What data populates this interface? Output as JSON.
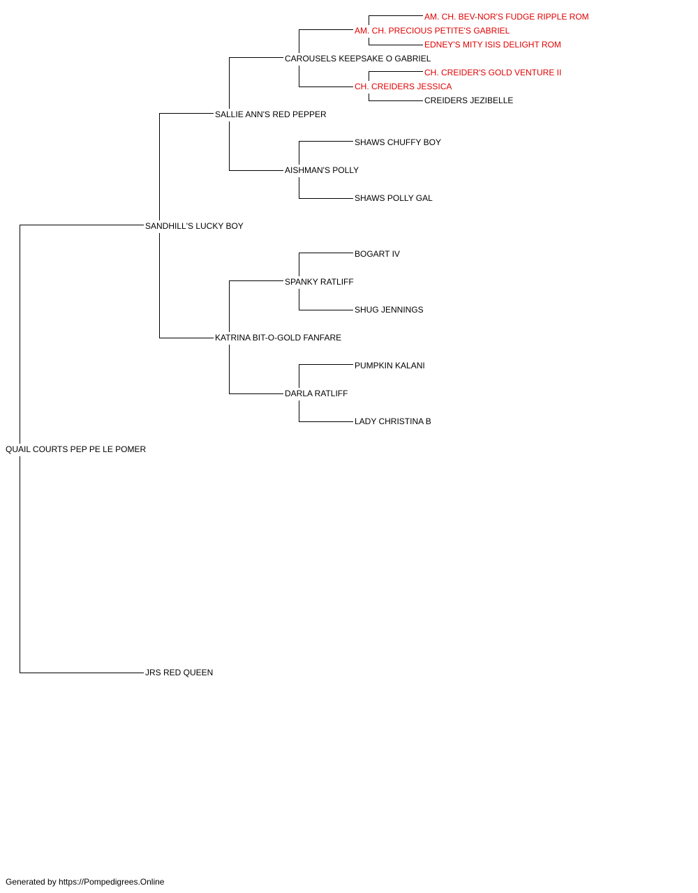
{
  "pedigree": {
    "subject": {
      "name": "QUAIL COURTS PEP PE LE POMER",
      "champion": false
    },
    "sire": {
      "name": "SANDHILL'S LUCKY BOY",
      "champion": false
    },
    "dam": {
      "name": "JRS RED QUEEN",
      "champion": false
    },
    "sire_sire": {
      "name": "SALLIE ANN'S RED PEPPER",
      "champion": false
    },
    "sire_dam": {
      "name": "KATRINA BIT-O-GOLD FANFARE",
      "champion": false
    },
    "sss": {
      "name": "CAROUSELS KEEPSAKE O GABRIEL",
      "champion": false
    },
    "ssd": {
      "name": "AISHMAN'S POLLY",
      "champion": false
    },
    "sds": {
      "name": "SPANKY RATLIFF",
      "champion": false
    },
    "sdd": {
      "name": "DARLA RATLIFF",
      "champion": false
    },
    "ssss": {
      "name": "AM. CH. PRECIOUS PETITE'S GABRIEL",
      "champion": true
    },
    "sssd": {
      "name": "CH. CREIDERS JESSICA",
      "champion": true
    },
    "ssds": {
      "name": "SHAWS CHUFFY BOY",
      "champion": false
    },
    "ssdd": {
      "name": "SHAWS POLLY GAL",
      "champion": false
    },
    "sdss": {
      "name": "BOGART IV",
      "champion": false
    },
    "sdsd": {
      "name": "SHUG JENNINGS",
      "champion": false
    },
    "sdds": {
      "name": "PUMPKIN KALANI",
      "champion": false
    },
    "sddd": {
      "name": "LADY CHRISTINA B",
      "champion": false
    },
    "sssss": {
      "name": "AM. CH. BEV-NOR'S FUDGE RIPPLE ROM",
      "champion": true
    },
    "ssssd": {
      "name": "EDNEY'S MITY ISIS DELIGHT ROM",
      "champion": true
    },
    "sssds": {
      "name": "CH. CREIDER'S GOLD VENTURE II",
      "champion": true
    },
    "sssdd": {
      "name": "CREIDERS JEZIBELLE",
      "champion": false
    }
  },
  "colors": {
    "champion": "#e00000",
    "regular": "#000000",
    "line": "#000000"
  },
  "footer": "Generated by https://Pompedigrees.Online"
}
